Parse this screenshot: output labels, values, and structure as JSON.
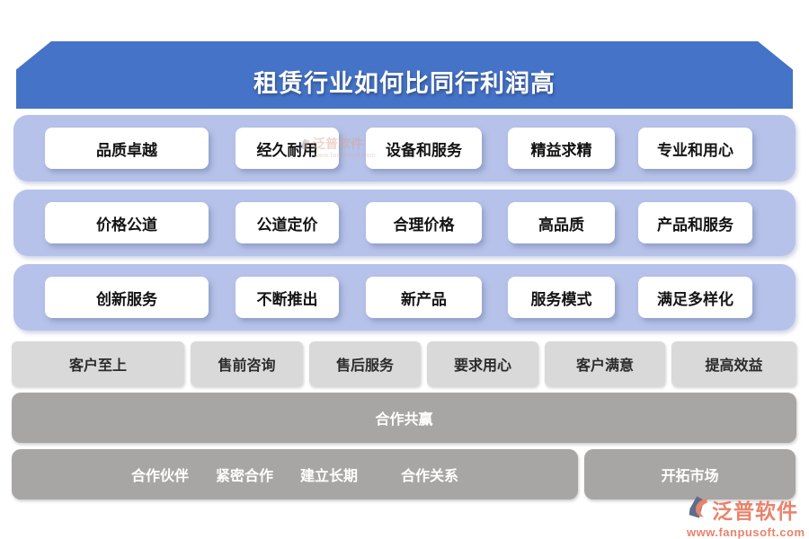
{
  "banner": {
    "title": "租赁行业如何比同行利润高"
  },
  "feature_rows": [
    {
      "cards": [
        "品质卓越",
        "经久耐用",
        "设备和服务",
        "精益求精",
        "专业和用心"
      ]
    },
    {
      "cards": [
        "价格公道",
        "公道定价",
        "合理价格",
        "高品质",
        "产品和服务"
      ]
    },
    {
      "cards": [
        "创新服务",
        "不断推出",
        "新产品",
        "服务模式",
        "满足多样化"
      ]
    }
  ],
  "customer_row": [
    "客户至上",
    "售前咨询",
    "售后服务",
    "要求用心",
    "客户满意",
    "提高效益"
  ],
  "cooperation_bar": "合作共赢",
  "partnership_bar": {
    "items": [
      "合作伙伴",
      "紧密合作",
      "建立长期",
      "合作关系"
    ]
  },
  "market_bar": "开拓市场",
  "watermark": {
    "brand": "泛普软件",
    "url": "www.fanpusoft.com"
  },
  "logo": {
    "brand": "泛普软件",
    "url": "www.fanpusoft.com"
  },
  "colors": {
    "banner_blue": "#4573c7",
    "row_lavender": "#b6c2e9",
    "card_white": "#ffffff",
    "card_text": "#141414",
    "light_gray": "#d9d9d9",
    "dark_gray": "#a8a6a4",
    "brand_coral": "#e8836c",
    "logo_slate": "#5c6e8c"
  }
}
